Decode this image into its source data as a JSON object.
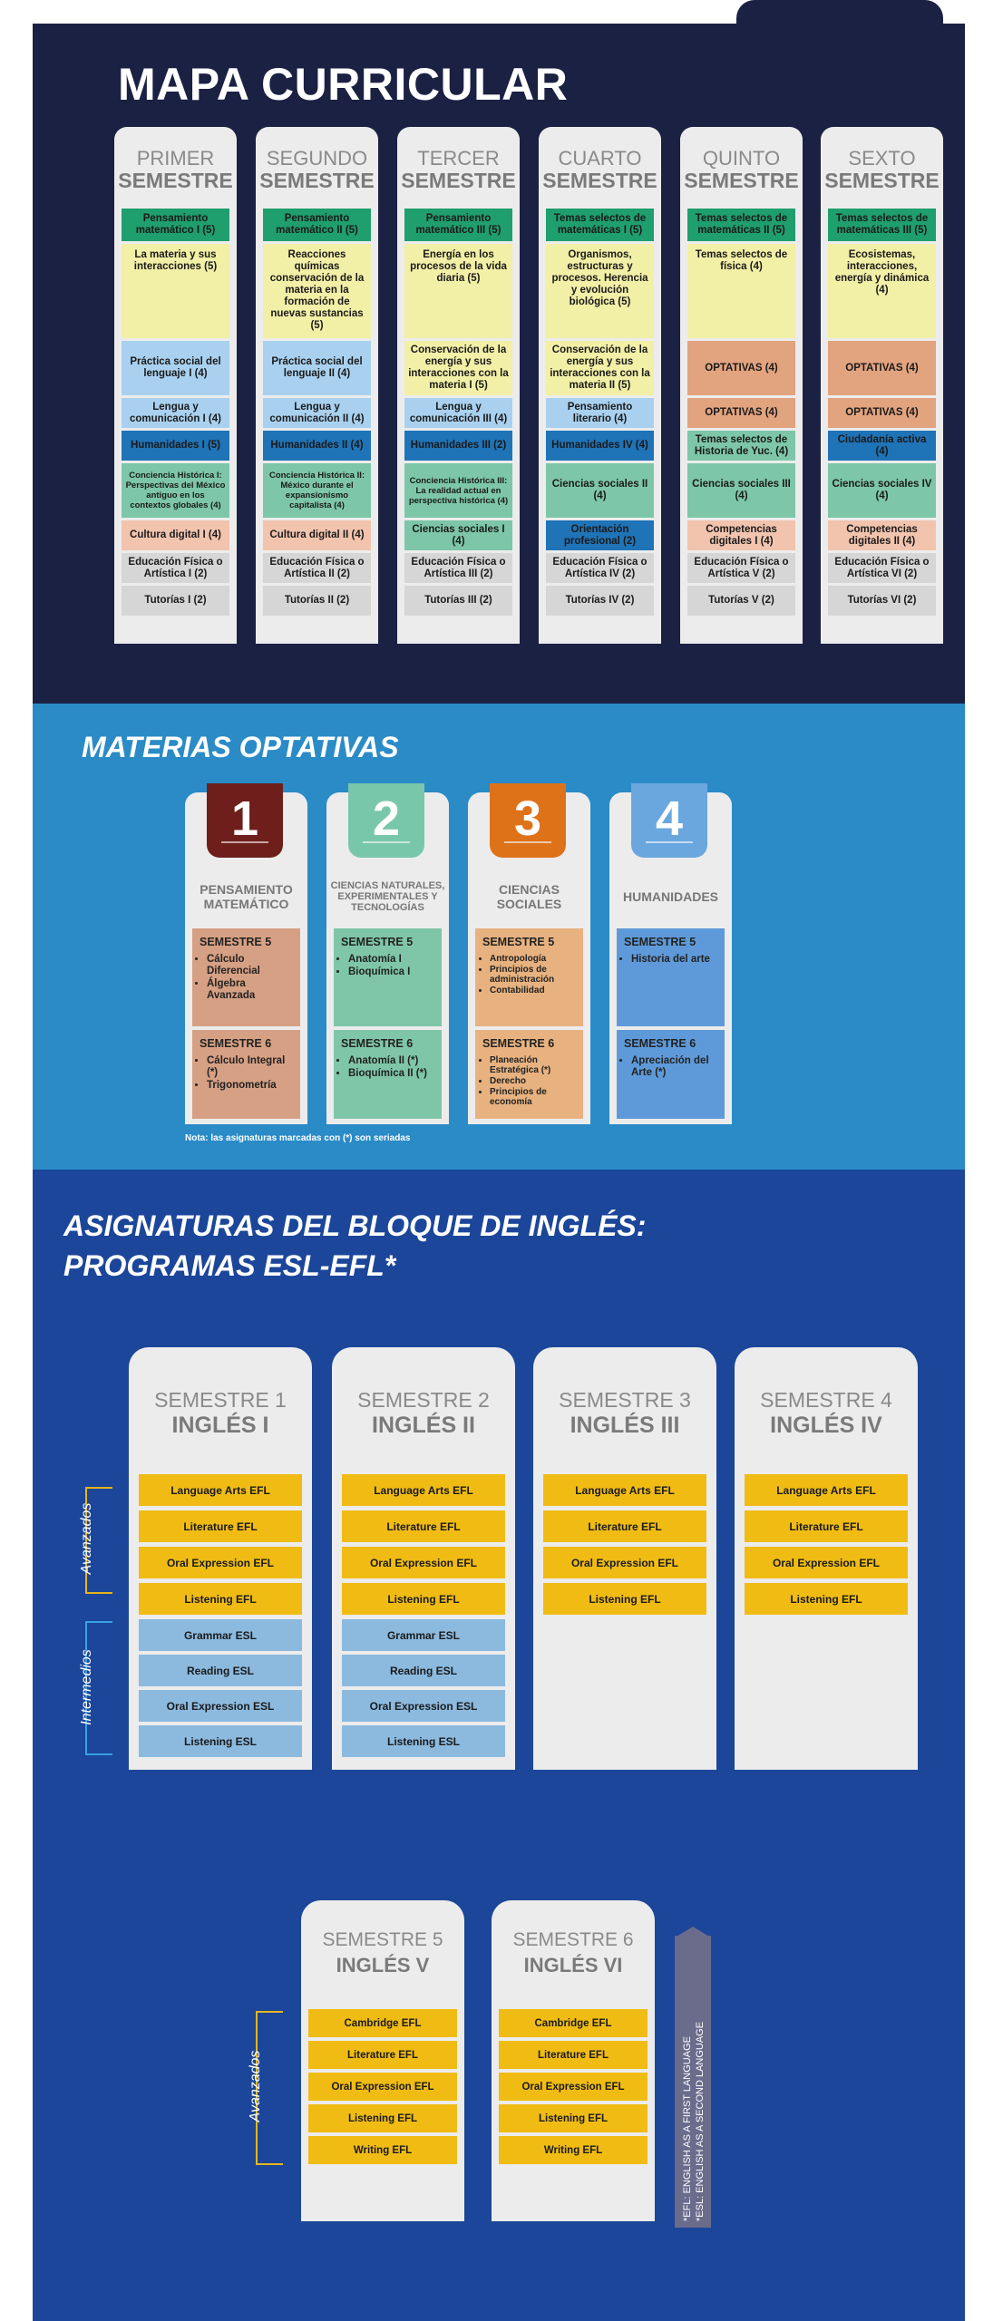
{
  "curriculum": {
    "title": "MAPA CURRICULAR",
    "semesters": [
      {
        "line1": "PRIMER",
        "line2": "SEMESTRE",
        "cells": [
          {
            "text": "Pensamiento matemático I (5)",
            "color": "g",
            "h": 36
          },
          {
            "text": "La materia y sus interacciones (5)",
            "color": "y",
            "h": 104
          },
          {
            "text": "Práctica social del lenguaje I (4)",
            "color": "lb",
            "h": 60
          },
          {
            "text": "Lengua y comunicación I (4)",
            "color": "lb",
            "h": 33
          },
          {
            "text": "Humanidades I (5)",
            "color": "db",
            "h": 33
          },
          {
            "text": "Conciencia Histórica I: Perspectivas del México antiguo en los contextos globales (4)",
            "color": "m",
            "h": 60,
            "small": true
          },
          {
            "text": "Cultura digital I (4)",
            "color": "pk",
            "h": 33
          },
          {
            "text": "Educación Física o Artística I (2)",
            "color": "gr",
            "h": 33
          },
          {
            "text": "Tutorías I (2)",
            "color": "gr",
            "h": 33
          }
        ]
      },
      {
        "line1": "SEGUNDO",
        "line2": "SEMESTRE",
        "cells": [
          {
            "text": "Pensamiento matemático II (5)",
            "color": "g",
            "h": 36
          },
          {
            "text": "Reacciones químicas conservación de la materia en la formación de nuevas sustancias (5)",
            "color": "y",
            "h": 104
          },
          {
            "text": "Práctica social del lenguaje II (4)",
            "color": "lb",
            "h": 60
          },
          {
            "text": "Lengua y comunicación II (4)",
            "color": "lb",
            "h": 33
          },
          {
            "text": "Humanidades II (4)",
            "color": "db",
            "h": 33
          },
          {
            "text": "Conciencia Histórica II: México durante el expansionismo capitalista (4)",
            "color": "m",
            "h": 60,
            "small": true
          },
          {
            "text": "Cultura digital II (4)",
            "color": "pk",
            "h": 33
          },
          {
            "text": "Educación Física o Artística II (2)",
            "color": "gr",
            "h": 33
          },
          {
            "text": "Tutorías II (2)",
            "color": "gr",
            "h": 33
          }
        ]
      },
      {
        "line1": "TERCER",
        "line2": "SEMESTRE",
        "cells": [
          {
            "text": "Pensamiento matemático III (5)",
            "color": "g",
            "h": 36
          },
          {
            "text": "Energía en los procesos de la vida diaria (5)",
            "color": "y",
            "h": 104
          },
          {
            "text": "Conservación de la energía y sus interacciones con la materia I (5)",
            "color": "y",
            "h": 60
          },
          {
            "text": "Lengua y comunicación III (4)",
            "color": "lb",
            "h": 33
          },
          {
            "text": "Humanidades III (2)",
            "color": "db",
            "h": 33
          },
          {
            "text": "Conciencia Histórica III: La realidad actual en perspectiva histórica (4)",
            "color": "m",
            "h": 60,
            "small": true
          },
          {
            "text": "Ciencias sociales I (4)",
            "color": "m",
            "h": 33
          },
          {
            "text": "Educación Física o Artística III (2)",
            "color": "gr",
            "h": 33
          },
          {
            "text": "Tutorías III (2)",
            "color": "gr",
            "h": 33
          }
        ]
      },
      {
        "line1": "CUARTO",
        "line2": "SEMESTRE",
        "cells": [
          {
            "text": "Temas selectos de matemáticas I (5)",
            "color": "g",
            "h": 36
          },
          {
            "text": "Organismos, estructuras y procesos. Herencia y evolución biológica (5)",
            "color": "y",
            "h": 104
          },
          {
            "text": "Conservación de la energía y sus interacciones con la materia II (5)",
            "color": "y",
            "h": 60
          },
          {
            "text": "Pensamiento literario (4)",
            "color": "lb",
            "h": 33
          },
          {
            "text": "Humanidades IV (4)",
            "color": "db",
            "h": 33
          },
          {
            "text": "Ciencias sociales II (4)",
            "color": "m",
            "h": 60
          },
          {
            "text": "Orientación profesional (2)",
            "color": "db",
            "h": 33
          },
          {
            "text": "Educación Física o Artística IV (2)",
            "color": "gr",
            "h": 33
          },
          {
            "text": "Tutorías IV (2)",
            "color": "gr",
            "h": 33
          }
        ]
      },
      {
        "line1": "QUINTO",
        "line2": "SEMESTRE",
        "cells": [
          {
            "text": "Temas selectos de matemáticas II (5)",
            "color": "g",
            "h": 36
          },
          {
            "text": "Temas selectos de física (4)",
            "color": "y",
            "h": 104
          },
          {
            "text": "OPTATIVAS (4)",
            "color": "or",
            "h": 60
          },
          {
            "text": "OPTATIVAS (4)",
            "color": "or",
            "h": 33
          },
          {
            "text": "Temas selectos de Historia de Yuc. (4)",
            "color": "m",
            "h": 33
          },
          {
            "text": "Ciencias sociales III (4)",
            "color": "m",
            "h": 60
          },
          {
            "text": "Competencias digitales I (4)",
            "color": "pk",
            "h": 33
          },
          {
            "text": "Educación Física o Artística V (2)",
            "color": "gr",
            "h": 33
          },
          {
            "text": "Tutorías V (2)",
            "color": "gr",
            "h": 33
          }
        ]
      },
      {
        "line1": "SEXTO",
        "line2": "SEMESTRE",
        "cells": [
          {
            "text": "Temas selectos de matemáticas III (5)",
            "color": "g",
            "h": 36
          },
          {
            "text": "Ecosistemas, interacciones, energía y dinámica (4)",
            "color": "y",
            "h": 104
          },
          {
            "text": "OPTATIVAS (4)",
            "color": "or",
            "h": 60
          },
          {
            "text": "OPTATIVAS (4)",
            "color": "or",
            "h": 33
          },
          {
            "text": "Ciudadanía activa (4)",
            "color": "db",
            "h": 33
          },
          {
            "text": "Ciencias sociales IV (4)",
            "color": "m",
            "h": 60
          },
          {
            "text": "Competencias digitales II (4)",
            "color": "pk",
            "h": 33
          },
          {
            "text": "Educación Física o Artística VI (2)",
            "color": "gr",
            "h": 33
          },
          {
            "text": "Tutorías VI (2)",
            "color": "gr",
            "h": 33
          }
        ]
      }
    ]
  },
  "optativas": {
    "title": "MATERIAS OPTATIVAS",
    "note": "Nota: las asignaturas marcadas con (*) son seriadas",
    "cards": [
      {
        "num": "1",
        "badge": "#6e1f1b",
        "title": "PENSAMIENTO MATEMÁTICO",
        "box": "#d6a084",
        "s5": "SEMESTRE 5",
        "s5items": [
          "Cálculo Diferencial",
          "Álgebra Avanzada"
        ],
        "s6": "SEMESTRE 6",
        "s6items": [
          "Cálculo Integral (*)",
          "Trigonometría"
        ]
      },
      {
        "num": "2",
        "badge": "#79c7ab",
        "title": "CIENCIAS NATURALES, EXPERIMENTALES Y TECNOLOGÍAS",
        "box": "#7fc6a9",
        "s5": "SEMESTRE 5",
        "s5items": [
          "Anatomía I",
          "Bioquímica I"
        ],
        "s6": "SEMESTRE 6",
        "s6items": [
          "Anatomía II (*)",
          "Bioquímica II (*)"
        ]
      },
      {
        "num": "3",
        "badge": "#de7219",
        "title": "CIENCIAS SOCIALES",
        "box": "#e7b27f",
        "s5": "SEMESTRE 5",
        "s5items": [
          "Antropología",
          "Principios de administración",
          "Contabilidad"
        ],
        "s6": "SEMESTRE 6",
        "s6items": [
          "Planeación Estratégica (*)",
          "Derecho",
          "Principios de economía"
        ]
      },
      {
        "num": "4",
        "badge": "#6aa7df",
        "title": "HUMANIDADES",
        "box": "#5e9ad9",
        "s5": "SEMESTRE 5",
        "s5items": [
          "Historia del arte"
        ],
        "s6": "SEMESTRE 6",
        "s6items": [
          "Apreciación del Arte (*)"
        ]
      }
    ]
  },
  "ingles": {
    "title_line1": "ASIGNATURAS DEL BLOQUE DE INGLÉS:",
    "title_line2": "PROGRAMAS ESL-EFL*",
    "label_avanzados": "Avanzados",
    "label_intermedios": "Intermedios",
    "semesters": [
      {
        "line1": "SEMESTRE 1",
        "line2": "INGLÉS I",
        "adv": [
          "Language Arts EFL",
          "Literature EFL",
          "Oral Expression EFL",
          "Listening EFL"
        ],
        "int": [
          "Grammar ESL",
          "Reading ESL",
          "Oral Expression ESL",
          "Listening ESL"
        ]
      },
      {
        "line1": "SEMESTRE 2",
        "line2": "INGLÉS II",
        "adv": [
          "Language Arts EFL",
          "Literature EFL",
          "Oral Expression EFL",
          "Listening EFL"
        ],
        "int": [
          "Grammar ESL",
          "Reading ESL",
          "Oral Expression ESL",
          "Listening ESL"
        ]
      },
      {
        "line1": "SEMESTRE 3",
        "line2": "INGLÉS III",
        "adv": [
          "Language Arts EFL",
          "Literature EFL",
          "Oral Expression EFL",
          "Listening EFL"
        ],
        "int": []
      },
      {
        "line1": "SEMESTRE 4",
        "line2": "INGLÉS IV",
        "adv": [
          "Language Arts EFL",
          "Literature EFL",
          "Oral Expression EFL",
          "Listening EFL"
        ],
        "int": []
      }
    ],
    "semesters2": [
      {
        "line1": "SEMESTRE 5",
        "line2": "INGLÉS V",
        "adv": [
          "Cambridge EFL",
          "Literature EFL",
          "Oral Expression EFL",
          "Listening EFL",
          "Writing EFL"
        ]
      },
      {
        "line1": "SEMESTRE 6",
        "line2": "INGLÉS VI",
        "adv": [
          "Cambridge EFL",
          "Literature EFL",
          "Oral Expression EFL",
          "Listening EFL",
          "Writing EFL"
        ]
      }
    ],
    "footnote_line1": "*EFL: ENGLISH AS A FIRST LANGUAGE",
    "footnote_line2": "*ESL: ENGLISH AS A SECOND LANGUAGE"
  }
}
